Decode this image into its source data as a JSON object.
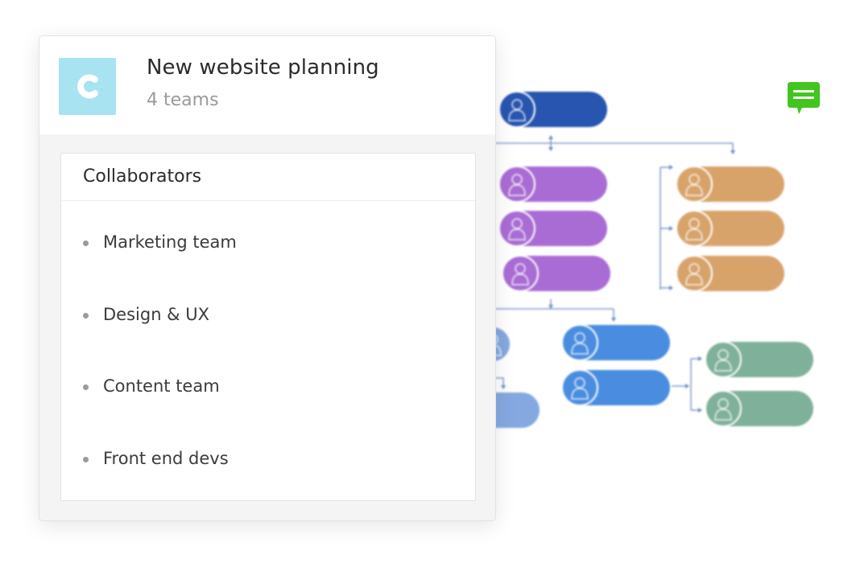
{
  "card": {
    "logo_icon": "c-letter-logo-icon",
    "title": "New website planning",
    "subtitle": "4 teams"
  },
  "collaborators": {
    "heading": "Collaborators",
    "items": [
      "Marketing team",
      "Design & UX",
      "Content team",
      "Front end devs"
    ]
  },
  "chat": {
    "icon": "chat-bubble-icon",
    "color": "#43c51f"
  },
  "org_chart": {
    "colors": {
      "navy": "#2755b0",
      "purple": "#a96cd4",
      "orange": "#d8a36b",
      "blue": "#4a8de0",
      "light_blue": "#86a8e0",
      "green": "#7fb09a",
      "connector": "#6d89c4"
    }
  }
}
